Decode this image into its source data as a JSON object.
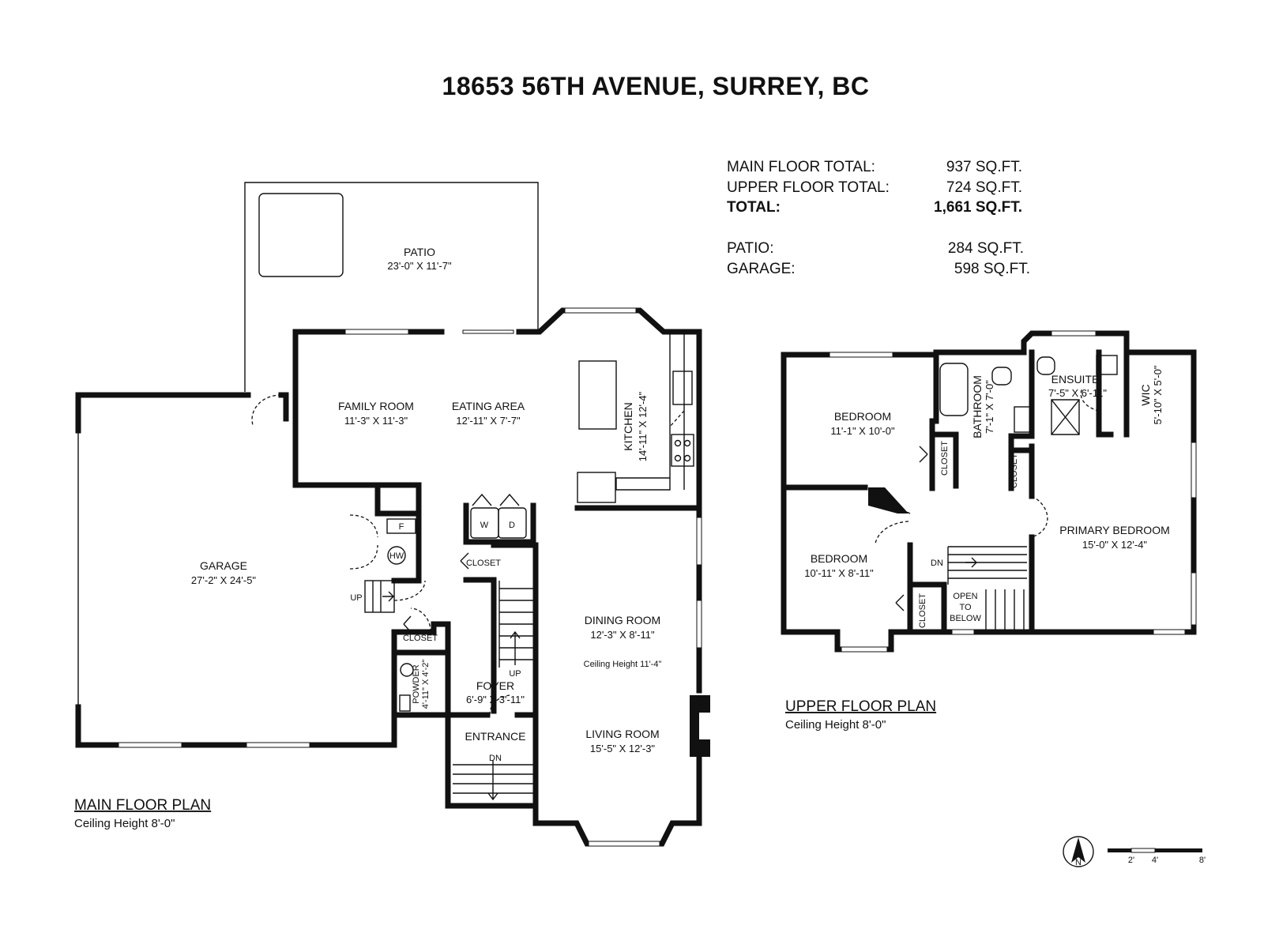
{
  "header": {
    "title": "18653 56TH AVENUE, SURREY, BC"
  },
  "summary": {
    "rows": [
      {
        "label": "MAIN FLOOR TOTAL:",
        "value": "937 SQ.FT.",
        "bold": false
      },
      {
        "label": "UPPER FLOOR TOTAL:",
        "value": "724 SQ.FT.",
        "bold": false
      },
      {
        "label": "TOTAL:",
        "value": "1,661 SQ.FT.",
        "bold": true
      },
      {
        "label": "PATIO:",
        "value": "284 SQ.FT.",
        "bold": false
      },
      {
        "label": "GARAGE:",
        "value": "598 SQ.FT.",
        "bold": false
      }
    ]
  },
  "main_floor": {
    "title": "MAIN FLOOR PLAN",
    "ceiling": "Ceiling Height 8'-0\"",
    "rooms": {
      "patio": {
        "name": "PATIO",
        "dim": "23'-0\" X 11'-7\""
      },
      "family": {
        "name": "FAMILY ROOM",
        "dim": "11'-3\" X 11'-3\""
      },
      "eating": {
        "name": "EATING AREA",
        "dim": "12'-11\" X 7'-7\""
      },
      "kitchen": {
        "name": "KITCHEN",
        "dim": "14'-11\" X 12'-4\""
      },
      "garage": {
        "name": "GARAGE",
        "dim": "27'-2\" X 24'-5\""
      },
      "dining": {
        "name": "DINING ROOM",
        "dim": "12'-3\" X 8'-11\"",
        "note": "Ceiling Height 11'-4\""
      },
      "living": {
        "name": "LIVING ROOM",
        "dim": "15'-5\" X 12'-3\""
      },
      "foyer": {
        "name": "FOYER",
        "dim": "6'-9\" X 3'-11\""
      },
      "entrance": {
        "name": "ENTRANCE"
      },
      "powder": {
        "name": "POWDER",
        "dim": "4'-11\" X 4'-2\""
      },
      "closet1": {
        "name": "CLOSET"
      },
      "closet2": {
        "name": "CLOSET"
      }
    },
    "fixtures": {
      "washer": "W",
      "dryer": "D",
      "furnace": "F",
      "water_heater": "HW"
    },
    "stairs": {
      "up1": "UP",
      "up2": "UP",
      "down": "DN"
    }
  },
  "upper_floor": {
    "title": "UPPER FLOOR PLAN",
    "ceiling": "Ceiling Height 8'-0\"",
    "rooms": {
      "bedroom1": {
        "name": "BEDROOM",
        "dim": "11'-1\" X 10'-0\""
      },
      "bedroom2": {
        "name": "BEDROOM",
        "dim": "10'-11\" X 8'-11\""
      },
      "bathroom": {
        "name": "BATHROOM",
        "dim": "7'-1\" X 7'-0\""
      },
      "ensuite": {
        "name": "ENSUITE",
        "dim": "7'-5\" X 6'-11\""
      },
      "wic": {
        "name": "WIC",
        "dim": "5'-10\" X 5'-0\""
      },
      "primary": {
        "name": "PRIMARY BEDROOM",
        "dim": "15'-0\" X 12'-4\""
      },
      "closet1": {
        "name": "CLOSET"
      },
      "closet2": {
        "name": "CLOSET"
      },
      "closet3": {
        "name": "CLOSET"
      },
      "open_below": {
        "line1": "OPEN",
        "line2": "TO",
        "line3": "BELOW"
      }
    },
    "stairs": {
      "down": "DN"
    }
  },
  "legend": {
    "compass": "N",
    "scale_ticks": [
      "2'",
      "4'",
      "8'"
    ]
  }
}
